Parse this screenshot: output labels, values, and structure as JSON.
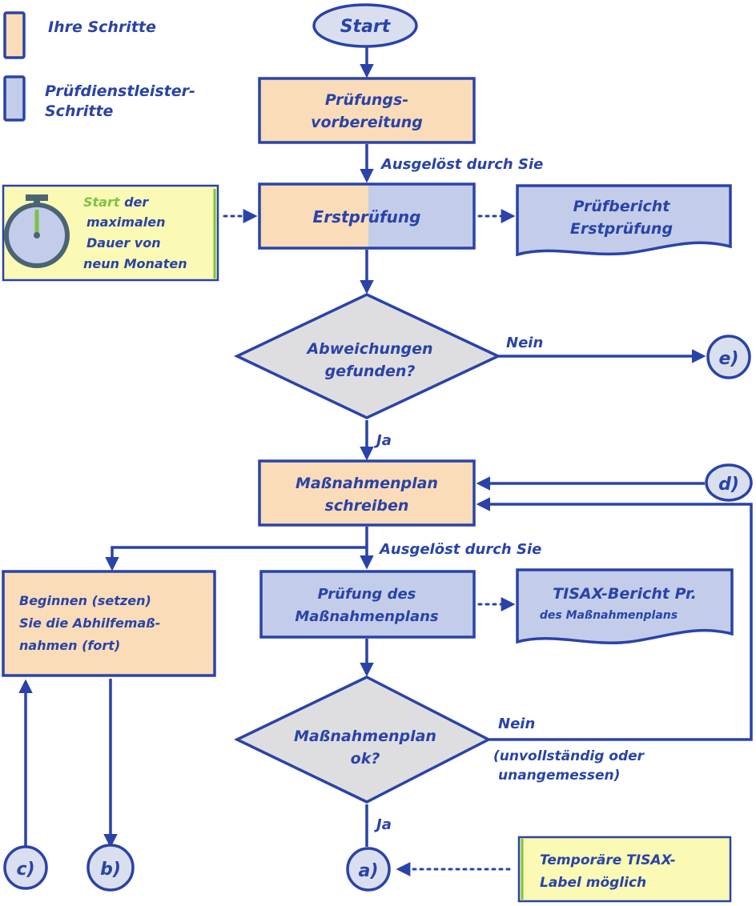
{
  "legend": {
    "own_steps": "Ihre Schritte",
    "provider_steps_1": "Prüfdienstleister-",
    "provider_steps_2": "Schritte"
  },
  "nodes": {
    "start": "Start",
    "prep_1": "Prüfungs-",
    "prep_2": "vorbereitung",
    "initial_audit": "Erstprüfung",
    "initial_report_1": "Prüfbericht",
    "initial_report_2": "Erstprüfung",
    "timer_1_a": "Start",
    "timer_1_b": " der",
    "timer_2": "maximalen",
    "timer_3": "Dauer von",
    "timer_4": "neun Monaten",
    "deviation_1": "Abweichungen",
    "deviation_2": "gefunden?",
    "plan_write_1": "Maßnahmenplan",
    "plan_write_2": "schreiben",
    "remedy_1": "Beginnen (setzen)",
    "remedy_2": "Sie die Abhilfemaß-",
    "remedy_3": "nahmen (fort)",
    "plan_review_1": "Prüfung des",
    "plan_review_2": "Maßnahmenplans",
    "plan_report_1": "TISAX-Bericht Pr.",
    "plan_report_2": "des Maßnahmenplans",
    "plan_ok_1": "Maßnahmenplan",
    "plan_ok_2": "ok?",
    "temp_label_1": "Temporäre TISAX-",
    "temp_label_2": "Label möglich"
  },
  "edges": {
    "triggered_1": "Ausgelöst durch Sie",
    "triggered_2": "Ausgelöst durch Sie",
    "no_1": "Nein",
    "yes_1": "Ja",
    "no_2": "Nein",
    "no_2_note_1": "(unvollständig oder",
    "no_2_note_2": "unangemessen)",
    "yes_2": "Ja"
  },
  "connectors": {
    "a": "a)",
    "b": "b)",
    "c": "c)",
    "d": "d)",
    "e": "e)"
  },
  "colors": {
    "ink": "#2a43a8",
    "own_step_fill": "#fadcb8",
    "provider_step_fill": "#c3cdea",
    "note_fill": "#fafab4",
    "decision_fill": "#dedee0",
    "timer_accent": "#7dc242"
  }
}
